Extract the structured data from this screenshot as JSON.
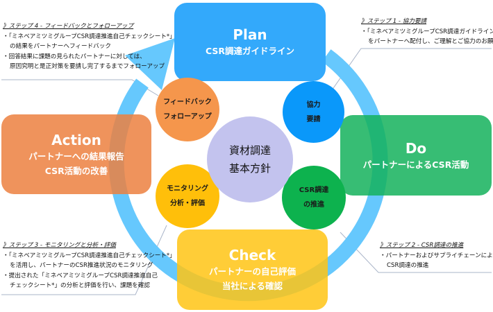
{
  "diagram": {
    "title": "CSR procurement PDCA cycle",
    "center": {
      "lines": [
        "資材調達",
        "基本方針"
      ]
    },
    "phases": {
      "plan": {
        "title": "Plan",
        "lines": [
          "CSR調達ガイドライン"
        ],
        "color": "#33a9fb"
      },
      "do": {
        "title": "Do",
        "lines": [
          "パートナーによるCSR活動"
        ],
        "color": "#33bd6c"
      },
      "check": {
        "title": "Check",
        "lines": [
          "パートナーの自己評価",
          "当社による確認"
        ],
        "color": "#ffc933"
      },
      "action": {
        "title": "Action",
        "lines": [
          "パートナーへの結果報告",
          "CSR活動の改善"
        ],
        "color": "#f0945b"
      }
    },
    "steps": {
      "cooperation": {
        "lines": [
          "協力",
          "要請"
        ],
        "color": "#0a98fa"
      },
      "promotion": {
        "lines": [
          "CSR調達",
          "の推進"
        ],
        "color": "#0db24e"
      },
      "monitoring": {
        "lines": [
          "モニタリング",
          "分析・評価"
        ],
        "color": "#ffbf0a"
      },
      "feedback": {
        "lines": [
          "フィードバック",
          "フォローアップ"
        ],
        "color": "#f5964c"
      }
    },
    "callouts": {
      "step1": {
        "heading": "》ステップ 1 - 協力要請",
        "lines": [
          "・「ミネベアミツミグループCSR調達ガイドライン*」",
          "をパートナーへ配付し、ご理解とご協力のお願い"
        ]
      },
      "step2": {
        "heading": "》ステップ 2 - CSR調達の推進",
        "lines": [
          "・パートナーおよびサプライチェーンによる",
          "CSR調達の推進"
        ]
      },
      "step3": {
        "heading": "》ステップ 3 - モニタリングと分析・評価",
        "lines": [
          "・「ミネベアミツミグループCSR調達推進自己チェックシート*」",
          "を活用し、パートナーのCSR推進状況のモニタリング",
          "・提出された「ミネベアミツミグループCSR調達推進自己",
          "チェックシート*」の分析と評価を行い、課題を確認"
        ]
      },
      "step4": {
        "heading": "》ステップ 4 - フィードバックとフォローアップ",
        "lines": [
          "・「ミネベアミツミグループCSR調達推進自己チェックシート*」",
          "の結果をパートナーへフィードバック",
          "・回答結果に課題の見られたパートナーに対しては、",
          "原因究明と是正対策を要請し完了するまでフォローアップ"
        ]
      }
    },
    "colors": {
      "ring": "#66c8fd",
      "center": "#c3c3ee",
      "connector": "#a9b4c8"
    }
  }
}
